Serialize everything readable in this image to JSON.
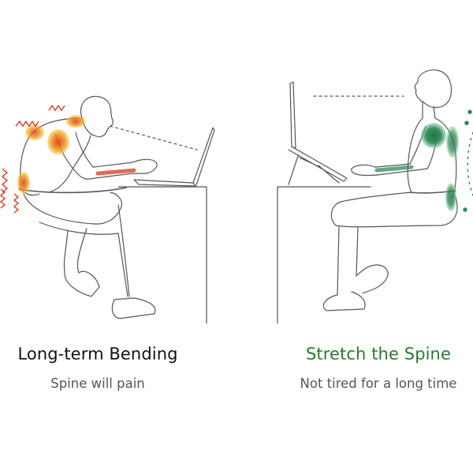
{
  "left_panel": {
    "title": "Long-term Bending",
    "subtitle": "Spine will pain"
  },
  "right_panel": {
    "title": "Stretch the Spine",
    "subtitle": "Not tired  for a long time"
  },
  "colors": {
    "line": "#555555",
    "pain_red": "#d9381e",
    "pain_orange": "#f08a1c",
    "pain_yellow": "#f4c430",
    "relief_dark": "#1e6b45",
    "relief_mid": "#2e8b57",
    "relief_light": "#7fc99a",
    "right_title": "#2a7a2e"
  },
  "icons": {
    "pain_marks": "zigzag-pain-lines",
    "spine_indicator": "curved-spine-arrow"
  }
}
